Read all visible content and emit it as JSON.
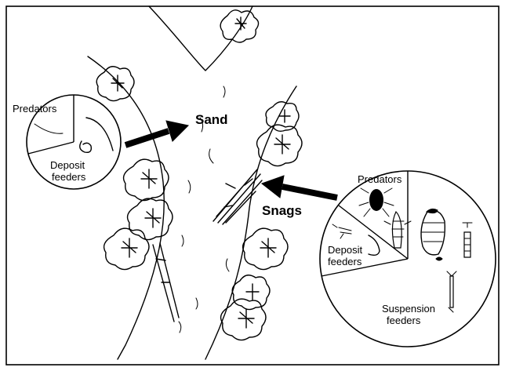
{
  "labels": {
    "sand": "Sand",
    "snags": "Snags",
    "left_pie_predators": "Predators",
    "left_pie_deposit_line1": "Deposit",
    "left_pie_deposit_line2": "feeders",
    "right_pie_predators": "Predators",
    "right_pie_deposit_line1": "Deposit",
    "right_pie_deposit_line2": "feeders",
    "right_pie_suspension_line1": "Suspension",
    "right_pie_suspension_line2": "feeders"
  },
  "colors": {
    "ink": "#000000",
    "background": "#ffffff"
  }
}
